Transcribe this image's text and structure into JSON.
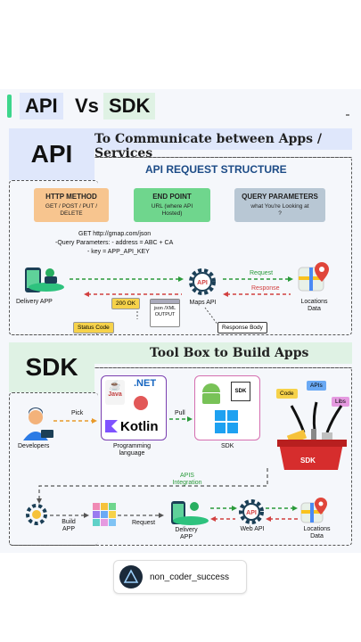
{
  "title": {
    "left": "API",
    "vs": "Vs",
    "right": "SDK"
  },
  "api": {
    "label": "API",
    "header": "To Communicate between Apps / Services",
    "structure_title": "API REQUEST STRUCTURE",
    "http_method": {
      "title": "HTTP METHOD",
      "text": "GET / POST / PUT / DELETE"
    },
    "end_point": {
      "title": "END POINT",
      "text": "URL (where API Hosted)"
    },
    "query_params": {
      "title": "QUERY PARAMETERS",
      "text": "what You're Looking at ?"
    },
    "example_line1": "GET    http://gmap.com/json",
    "example_line2": "-Query Parameters: - address = ABC + CA",
    "example_line3": "- key = APP_API_KEY",
    "delivery_app": "Delivery APP",
    "maps_api": "Maps API",
    "locations_data": "Locations Data",
    "request": "Request",
    "response": "Response",
    "status_200": "200 OK",
    "status_code": "Status Code",
    "json_xml": "json /XML OUTPUT",
    "response_body": "Response Body",
    "api_icon_text": "API"
  },
  "sdk": {
    "label": "SDK",
    "header": "Tool Box to Build Apps",
    "developers": "Developers",
    "pick": "Pick",
    "pull": "Pull",
    "java": "Java",
    "net": ".NET",
    "kotlin": "Kotlin",
    "programming_language": "Programming language",
    "sdk_text": "SDK",
    "sdk_box_label": "SDK",
    "code": "Code",
    "apis": "APIs",
    "libs": "Libs",
    "toolbox_label": "SDK",
    "apis_integration": "APIS Integration",
    "build_app": "Build APP",
    "request": "Request",
    "delivery_app": "Delivery APP",
    "web_api": "Web API",
    "locations_data": "Locations Data",
    "api_icon_text": "API"
  },
  "footer": {
    "handle": "non_coder_success"
  },
  "colors": {
    "accent": "#3dd68c",
    "api_box": "#dfe7fb",
    "sdk_box": "#dff2e4",
    "http": "#f7c58f",
    "endpoint": "#6fd68d",
    "query": "#b8c7d4",
    "arrow_green": "#2a9a3a",
    "arrow_red": "#d24040"
  }
}
